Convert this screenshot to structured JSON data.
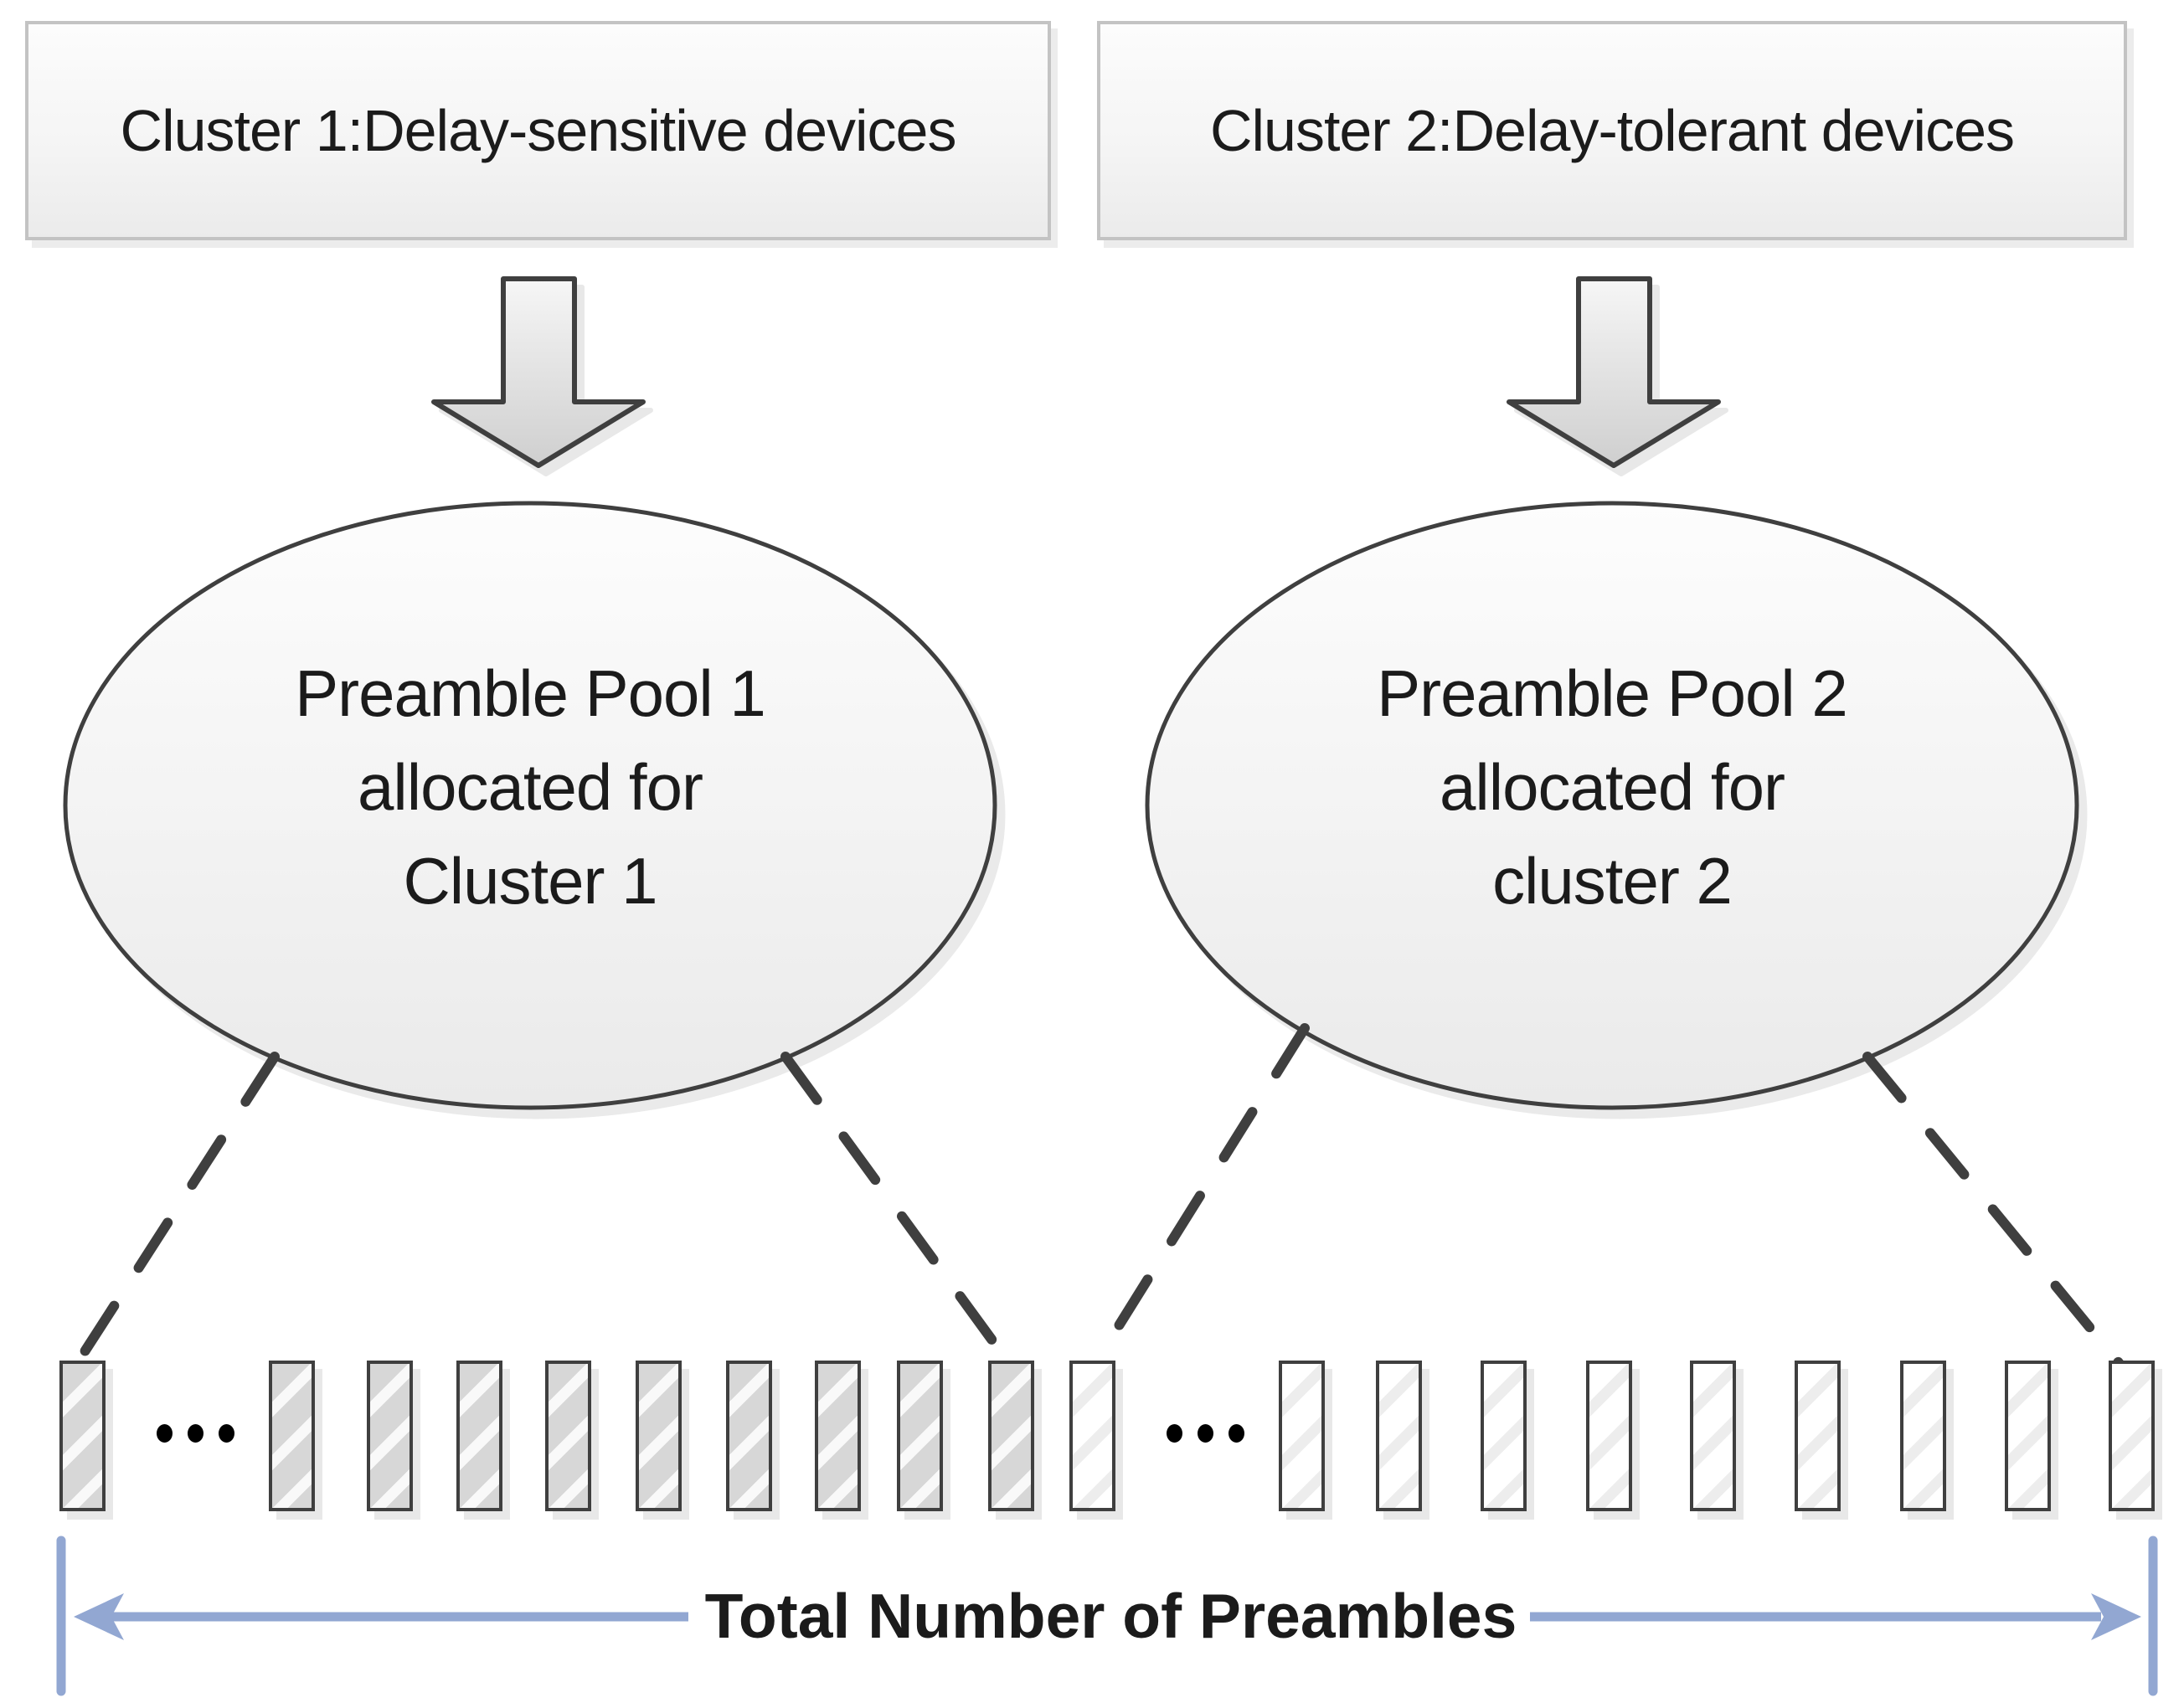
{
  "title_boxes": {
    "cluster1": "Cluster 1:Delay-sensitive devices",
    "cluster2": "Cluster 2:Delay-tolerant devices"
  },
  "pools": {
    "pool1": {
      "lines": [
        "Preamble Pool 1",
        "allocated for",
        "Cluster 1"
      ]
    },
    "pool2": {
      "lines": [
        "Preamble Pool 2",
        "allocated for",
        "cluster 2"
      ]
    }
  },
  "preamble_row": {
    "pool1_count": 10,
    "pool2_count": 10,
    "pool1_style": "gray-hatched",
    "pool2_style": "white-hatched",
    "ellipsis_groups": 2,
    "dots_per_group": 3
  },
  "measure": {
    "label": "Total Number of Preambles"
  },
  "colors": {
    "accent_blue": "#92a7d2",
    "outline_dark": "#3f3f3f",
    "box_border": "#c3c3c3",
    "hatch_dark_fill": "#d7d7d7",
    "hatch_light_fill": "#ededed",
    "text": "#1b1b1b"
  }
}
